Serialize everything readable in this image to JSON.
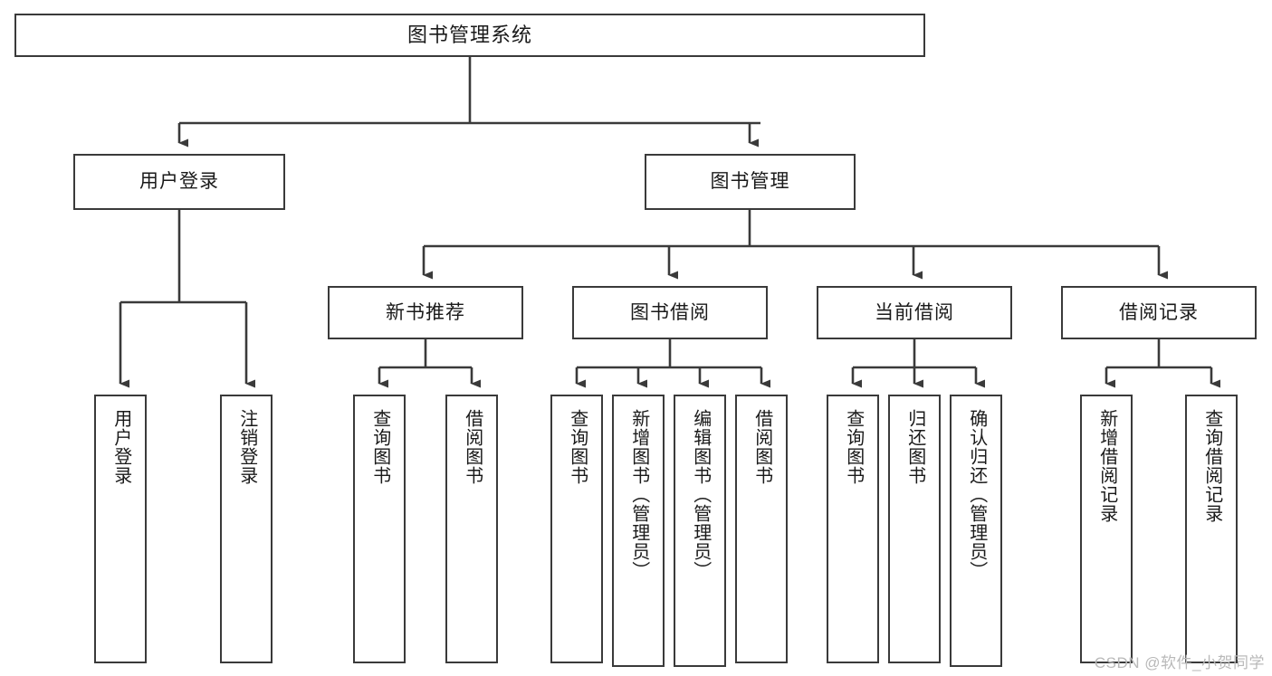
{
  "diagram": {
    "title": "图书管理系统",
    "type": "功能结构图",
    "watermark": "CSDN @软件_小贺同学",
    "style": {
      "border_color": "#3a3a3a",
      "fill_color": "#ffffff",
      "text_color": "#1a1a1a",
      "edge_color": "#3a3a3a",
      "watermark_color": "#b9b9b9"
    }
  },
  "nodes": {
    "root": {
      "label": "图书管理系统"
    },
    "level2": [
      {
        "id": "user-login",
        "label": "用户登录"
      },
      {
        "id": "book-manage",
        "label": "图书管理"
      }
    ],
    "level3": [
      {
        "id": "new-book-recommend",
        "label": "新书推荐"
      },
      {
        "id": "book-borrow",
        "label": "图书借阅"
      },
      {
        "id": "current-borrow",
        "label": "当前借阅"
      },
      {
        "id": "borrow-record",
        "label": "借阅记录"
      }
    ],
    "leaves": {
      "user_login": [
        {
          "id": "leaf-user-login",
          "label": "用户登录"
        },
        {
          "id": "leaf-logout",
          "label": "注销登录"
        }
      ],
      "new_book_recommend": [
        {
          "id": "leaf-query-book-1",
          "label": "查询图书"
        },
        {
          "id": "leaf-borrow-book-1",
          "label": "借阅图书"
        }
      ],
      "book_borrow": [
        {
          "id": "leaf-query-book-2",
          "label": "查询图书"
        },
        {
          "id": "leaf-add-book",
          "label": "新增图书（管理员）"
        },
        {
          "id": "leaf-edit-book",
          "label": "编辑图书（管理员）"
        },
        {
          "id": "leaf-borrow-book-2",
          "label": "借阅图书"
        }
      ],
      "current_borrow": [
        {
          "id": "leaf-query-book-3",
          "label": "查询图书"
        },
        {
          "id": "leaf-return-book",
          "label": "归还图书"
        },
        {
          "id": "leaf-confirm-return",
          "label": "确认归还（管理员）"
        }
      ],
      "borrow_record": [
        {
          "id": "leaf-add-record",
          "label": "新增借阅记录"
        },
        {
          "id": "leaf-query-record",
          "label": "查询借阅记录"
        }
      ]
    }
  }
}
